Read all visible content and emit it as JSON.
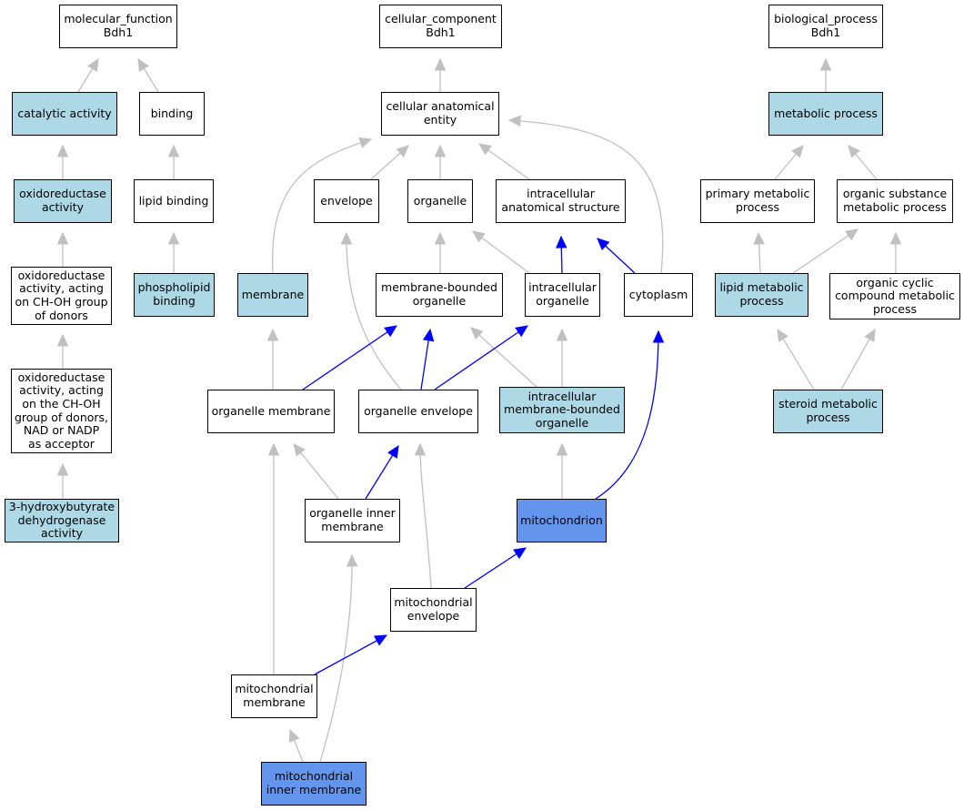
{
  "colors": {
    "plain_node": "#ffffff",
    "annotated_node": "#add8e6",
    "highlighted_node": "#6495ed",
    "gray_edge": "#c0c0c0",
    "blue_edge": "#0000ff"
  },
  "nodes": {
    "mf_root": "molecular_function\nBdh1",
    "cc_root": "cellular_component\nBdh1",
    "bp_root": "biological_process\nBdh1",
    "catalytic": "catalytic activity",
    "binding": "binding",
    "oxidoreductase": "oxidoreductase\nactivity",
    "lipid_binding": "lipid binding",
    "oxred_choh": "oxidoreductase\nactivity, acting\non CH-OH group\nof donors",
    "phospholipid_binding": "phospholipid\nbinding",
    "oxred_nad": "oxidoreductase\nactivity, acting\non the CH-OH\ngroup of donors,\nNAD or NADP\nas acceptor",
    "bdh": "3-hydroxybutyrate\ndehydrogenase\nactivity",
    "cae": "cellular anatomical\nentity",
    "envelope": "envelope",
    "organelle": "organelle",
    "ias": "intracellular\nanatomical structure",
    "membrane": "membrane",
    "mbo": "membrane-bounded\norganelle",
    "io": "intracellular\norganelle",
    "cytoplasm": "cytoplasm",
    "org_membrane": "organelle membrane",
    "org_envelope": "organelle envelope",
    "imbo": "intracellular\nmembrane-bounded\norganelle",
    "oim": "organelle inner\nmembrane",
    "mito": "mitochondrion",
    "mito_env": "mitochondrial\nenvelope",
    "mito_mem": "mitochondrial\nmembrane",
    "mim": "mitochondrial\ninner membrane",
    "metabolic": "metabolic process",
    "pmp": "primary metabolic\nprocess",
    "osmp": "organic substance\nmetabolic process",
    "lmp": "lipid metabolic\nprocess",
    "occmp": "organic cyclic\ncompound metabolic\nprocess",
    "smp": "steroid metabolic\nprocess"
  }
}
